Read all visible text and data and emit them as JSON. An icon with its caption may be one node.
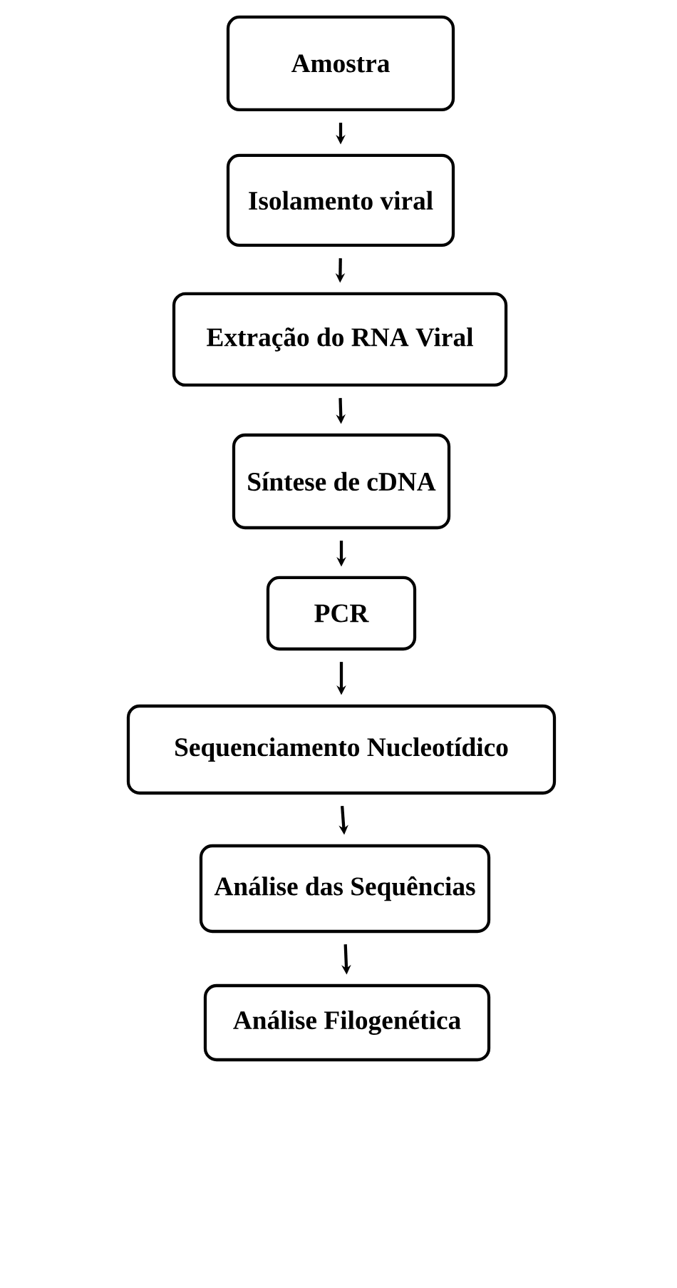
{
  "diagram": {
    "nodes": [
      {
        "text": [
          "Amostra"
        ]
      },
      {
        "text": [
          "Isolamento viral"
        ]
      },
      {
        "text": [
          "Extração do RNA Viral"
        ]
      },
      {
        "text": [
          "Síntese de cDNA"
        ]
      },
      {
        "text": [
          "PCR"
        ]
      },
      {
        "text": [
          "Sequenciamento Nucleotídico"
        ]
      },
      {
        "text": [
          "Análise das Sequências"
        ]
      },
      {
        "text": [
          "Análise Filogenética"
        ]
      }
    ],
    "edges": [
      {
        "from": 0,
        "to": 1,
        "arrow": "to"
      },
      {
        "from": 1,
        "to": 2,
        "arrow": "to"
      },
      {
        "from": 2,
        "to": 3,
        "arrow": "to"
      },
      {
        "from": 3,
        "to": 4,
        "arrow": "to"
      },
      {
        "from": 4,
        "to": 5,
        "arrow": "to"
      },
      {
        "from": 5,
        "to": 6,
        "arrow": "to"
      },
      {
        "from": 6,
        "to": 7,
        "arrow": "to"
      }
    ]
  }
}
